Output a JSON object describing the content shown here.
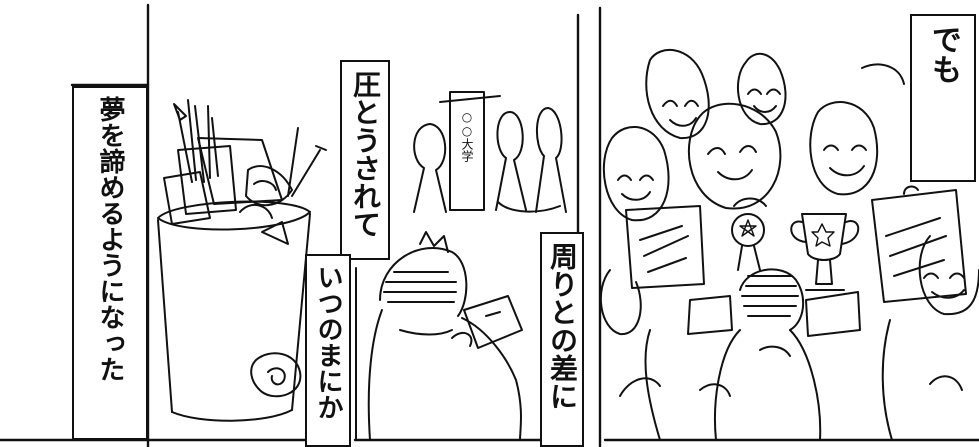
{
  "captions": {
    "panel1": "夢を諦めるようになった",
    "panel2_top": "圧とうされて",
    "panel2_bottom": "いつのまにか",
    "panel3_mid": "周りとの差に",
    "panel3_top": "でも"
  },
  "sign_text": "○○大学"
}
